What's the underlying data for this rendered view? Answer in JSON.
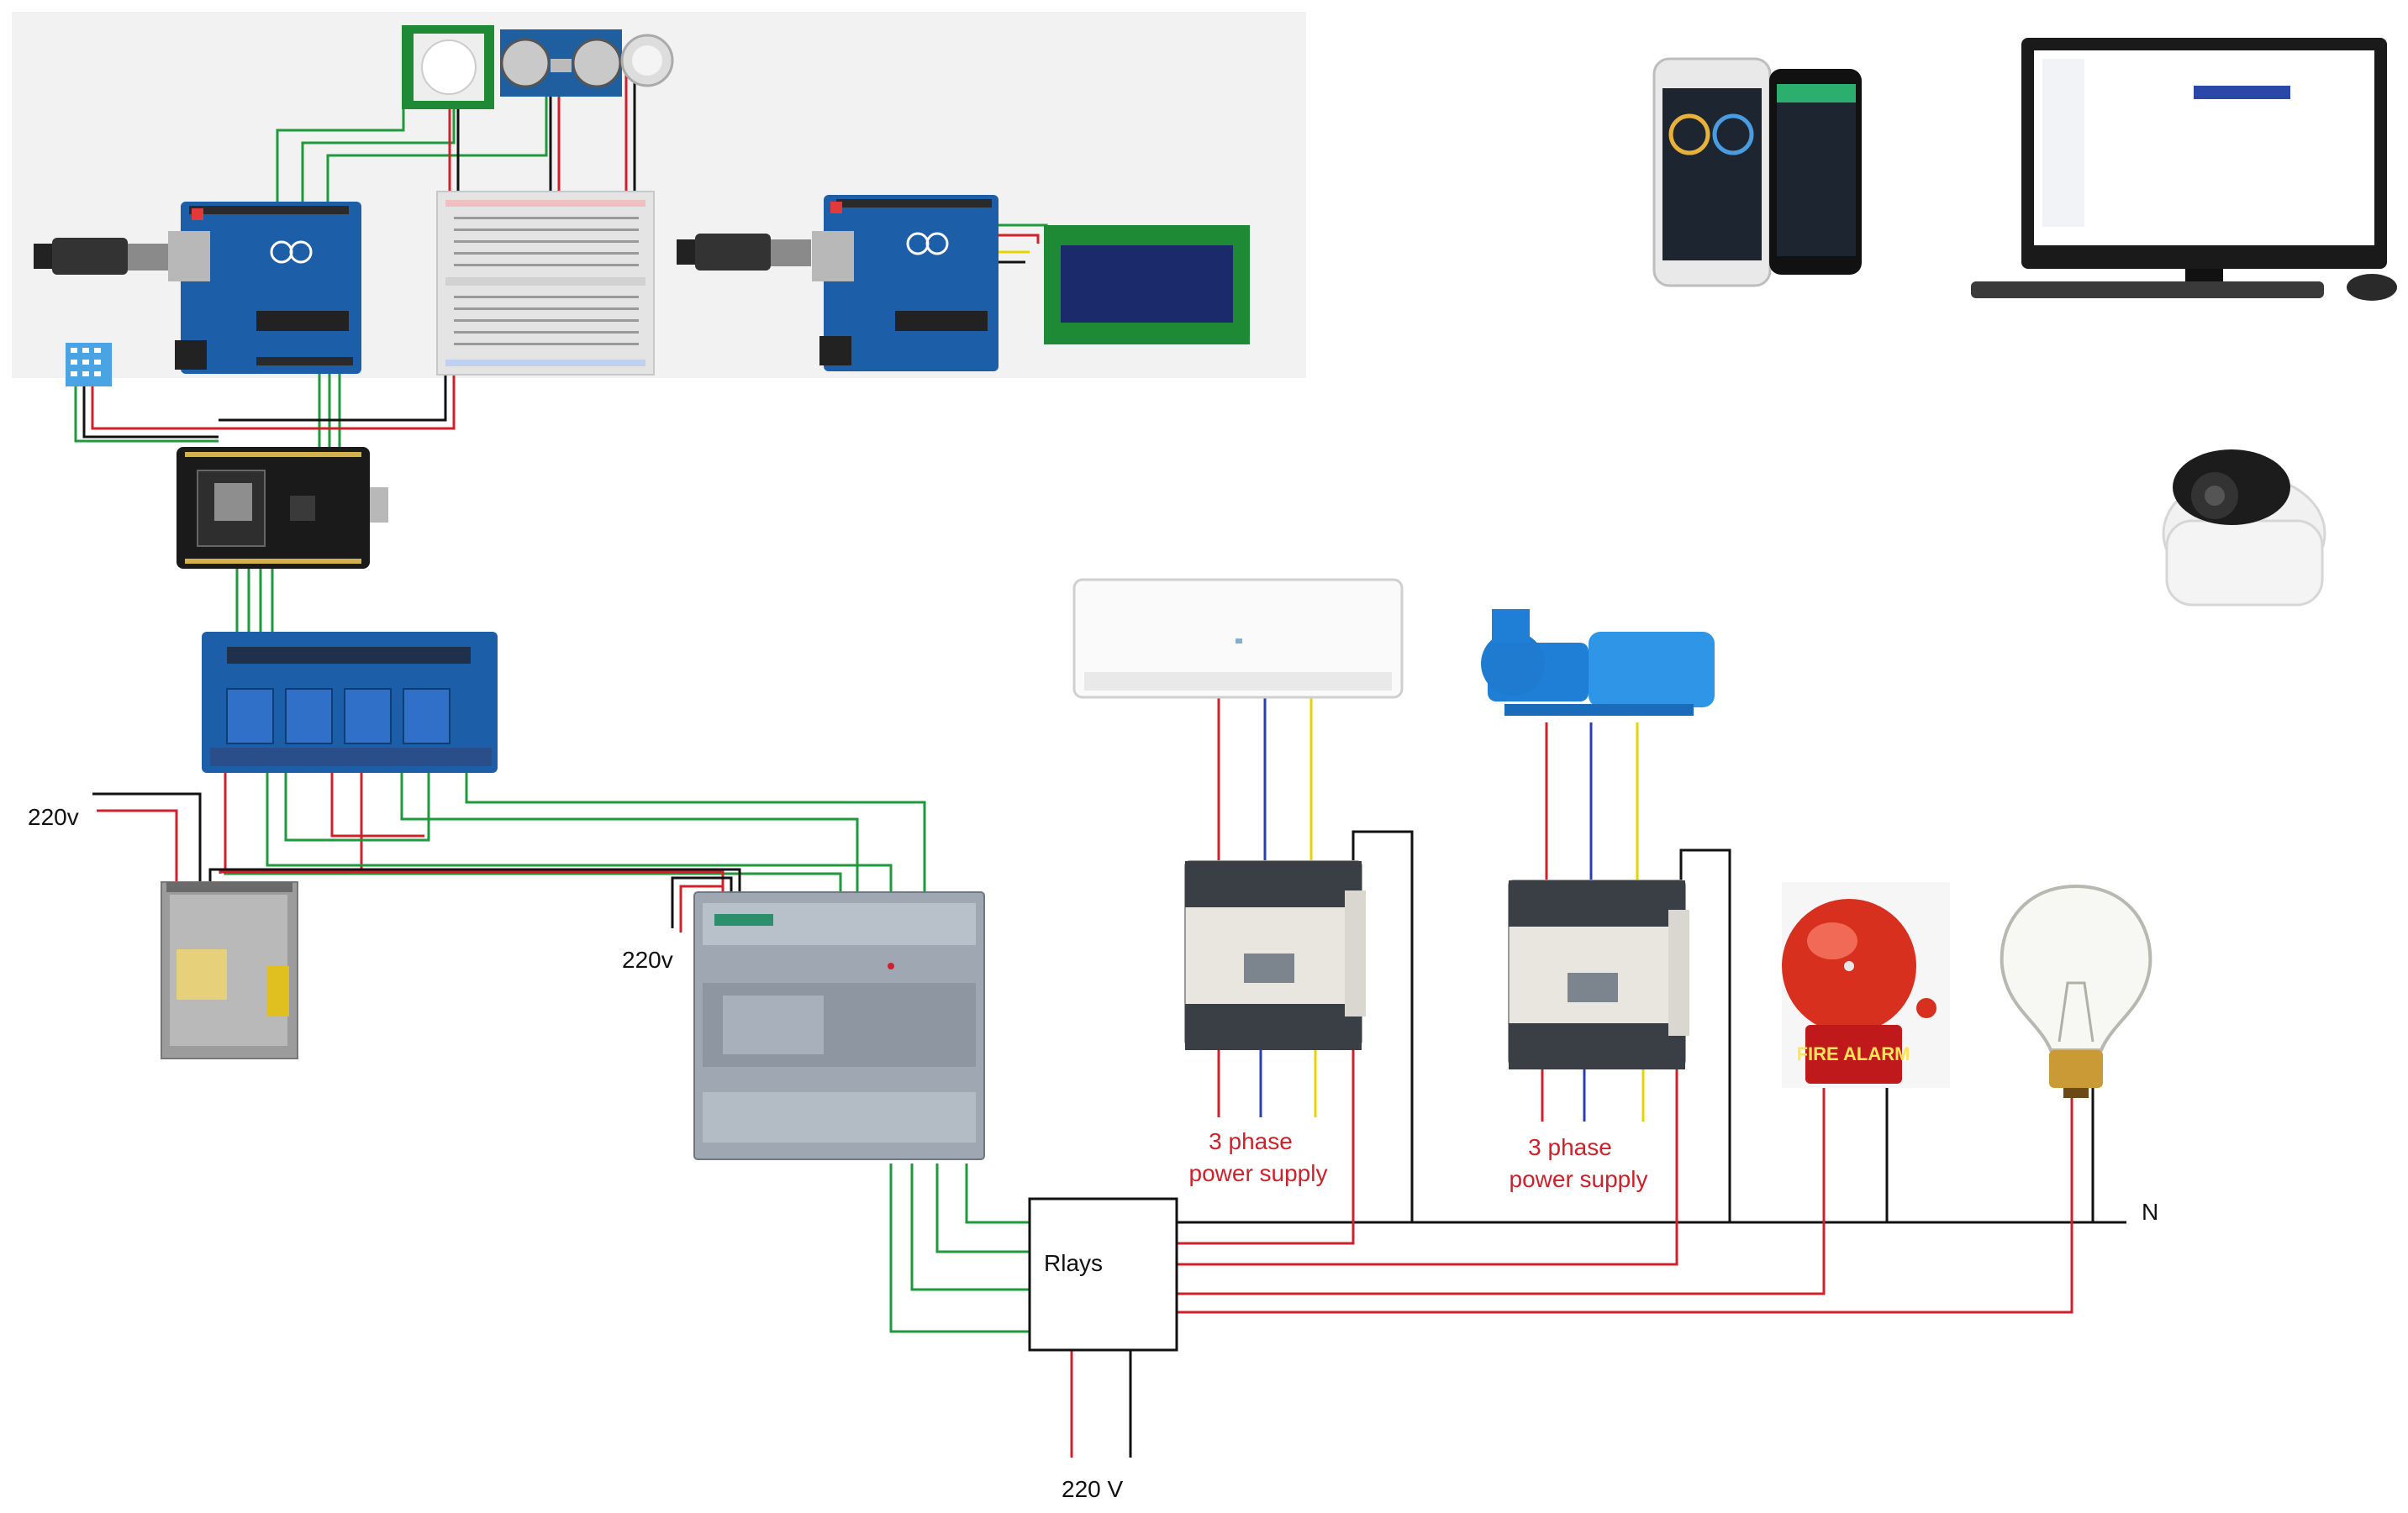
{
  "labels": {
    "supply_220v_left": "220v",
    "supply_220v_plc": "220v",
    "supply_220v_bottom": "220 V",
    "relays_box": "Rlays",
    "neutral": "N",
    "ac_supply_line1": "3 phase",
    "ac_supply_line2": "power supply",
    "pump_supply_line1": "3 phase",
    "pump_supply_line2": "power supply",
    "fire_alarm_text": "FIRE ALARM"
  },
  "colors": {
    "wire_red": "#d0202a",
    "wire_green": "#1e9a3c",
    "wire_black": "#111111",
    "wire_blue": "#2b3fb0",
    "wire_yellow": "#e6d400",
    "label_red": "#d0202a",
    "board_blue": "#1d5ea8",
    "sim_background": "#f2f2f2"
  }
}
